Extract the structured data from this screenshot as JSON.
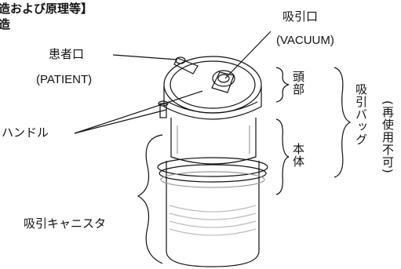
{
  "header": {
    "line1": "造および原理等】",
    "line2": "造"
  },
  "labels": {
    "patient_port_jp": "患者口",
    "patient_port_en": "(PATIENT)",
    "vacuum_port_jp": "吸引口",
    "vacuum_port_en": "(VACUUM)",
    "handle": "ハンドル",
    "head": "頭部",
    "body": "本体",
    "suction_bag": "吸引バッグ",
    "not_reusable": "(再使用不可)",
    "canister": "吸引キャニスタ"
  },
  "colors": {
    "line": "#111111",
    "light_band": "#bdbdbd"
  }
}
